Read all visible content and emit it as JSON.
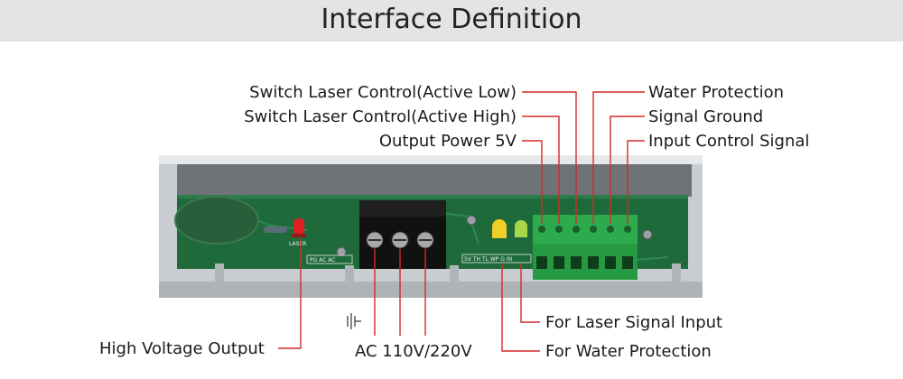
{
  "header": {
    "title": "Interface Definition"
  },
  "labels": {
    "switch_active_low": "Switch Laser Control(Active Low)",
    "switch_active_high": "Switch Laser Control(Active High)",
    "output_power": "Output Power 5V",
    "water_protection": "Water Protection",
    "signal_ground": "Signal Ground",
    "input_control": "Input Control Signal",
    "laser_signal_input": "For Laser Signal Input",
    "high_voltage_output": "High Voltage Output",
    "ac_input": "AC 110V/220V",
    "water_protection_bottom": "For Water Protection"
  },
  "silkscreen": {
    "laser_led": "LASER",
    "pg_ac": "PG AC AC",
    "terminal_pins": "5V TH TL WP G IN"
  },
  "colors": {
    "leader_line": "#d12b2b",
    "pcb": "#1f6a3a",
    "terminal": "#2eaa4e",
    "header_bg": "#e4e4e4"
  }
}
